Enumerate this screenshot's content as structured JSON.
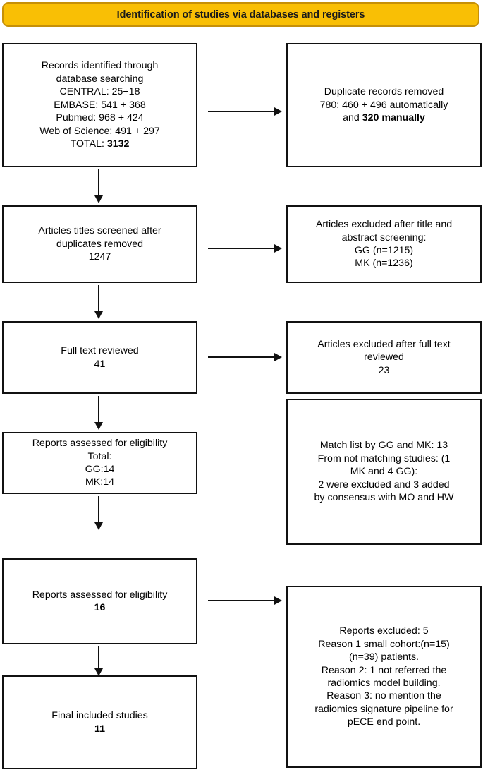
{
  "header": {
    "title": "Identification of studies via databases and registers",
    "fill_color": "#f9bf05",
    "border_color": "#c69008"
  },
  "colors": {
    "box_border": "#111111",
    "box_fill": "#ffffff",
    "text": "#000000",
    "arrow": "#111111"
  },
  "boxes": {
    "records_identified": {
      "lines": "Records identified through\ndatabase searching\nCENTRAL: 25+18\nEMBASE: 541 + 368\nPubmed: 968 + 424\nWeb of Science: 491 + 297\nTOTAL: ",
      "bold_tail": "3132"
    },
    "duplicates_removed": {
      "lines": "Duplicate records removed\n780: 460 + 496 automatically\nand ",
      "bold_tail": "320 manually"
    },
    "titles_screened": {
      "lines": "Articles titles screened after\nduplicates removed\n1247"
    },
    "excluded_title_abstract": {
      "lines": "Articles excluded after title and\nabstract screening:\nGG (n=1215)\nMK (n=1236)"
    },
    "full_text_reviewed": {
      "lines": "Full text reviewed\n41"
    },
    "excluded_full_text": {
      "lines": "Articles excluded after full text\nreviewed\n23"
    },
    "reports_eligibility_total": {
      "lines": "Reports assessed for eligibility\nTotal:\nGG:14\nMK:14"
    },
    "match_list": {
      "lines": "Match list by GG and MK: 13\nFrom not matching studies: (1\nMK and 4 GG):\n2 were excluded and 3 added\nby consensus with MO and HW"
    },
    "reports_eligibility_16": {
      "lines": "Reports assessed for eligibility\n",
      "bold_tail": "16"
    },
    "reports_excluded_reasons": {
      "lines": "Reports excluded: 5\nReason 1 small cohort:(n=15)\n(n=39) patients.\nReason 2: 1 not referred the\nradiomics model building.\nReason 3: no mention the\nradiomics signature pipeline for\npECE end point."
    },
    "final_included": {
      "lines": "Final included studies\n",
      "bold_tail": "11"
    }
  }
}
